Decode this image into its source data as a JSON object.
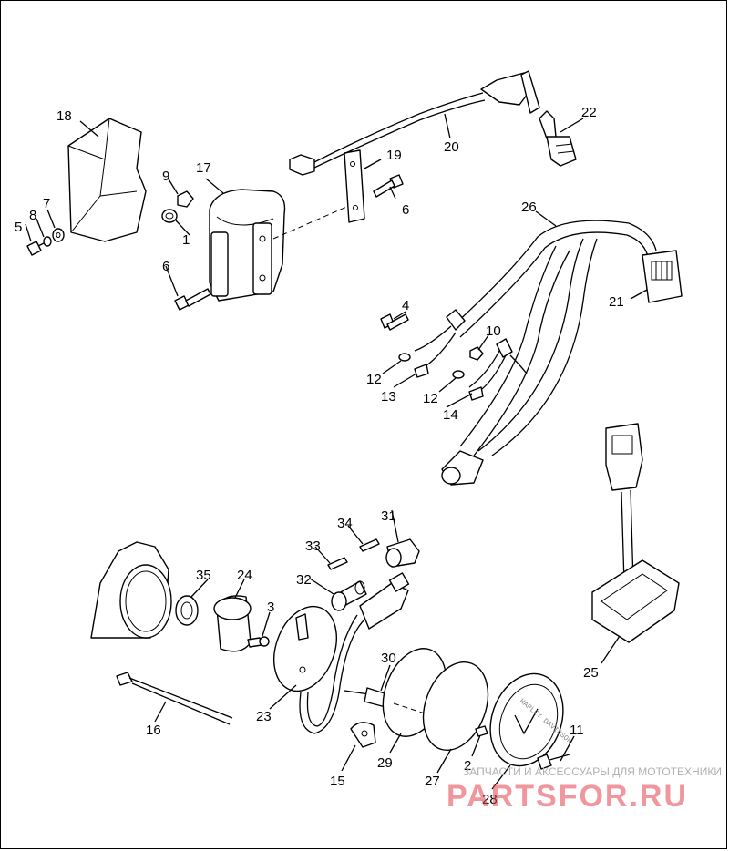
{
  "callouts": [
    "1",
    "2",
    "3",
    "4",
    "5",
    "6",
    "6",
    "7",
    "8",
    "9",
    "10",
    "11",
    "12",
    "12",
    "13",
    "14",
    "15",
    "16",
    "17",
    "18",
    "19",
    "20",
    "21",
    "22",
    "23",
    "24",
    "25",
    "26",
    "27",
    "28",
    "29",
    "30",
    "31",
    "32",
    "33",
    "34",
    "35"
  ],
  "watermark": {
    "tagline": "ЗАПЧАСТИ И АКСЕССУАРЫ ДЛЯ МОТОТЕХНИКИ",
    "logo": "PARTSFOR.RU"
  },
  "colors": {
    "line": "#000000",
    "background": "#ffffff",
    "watermark": "#e3404c"
  }
}
